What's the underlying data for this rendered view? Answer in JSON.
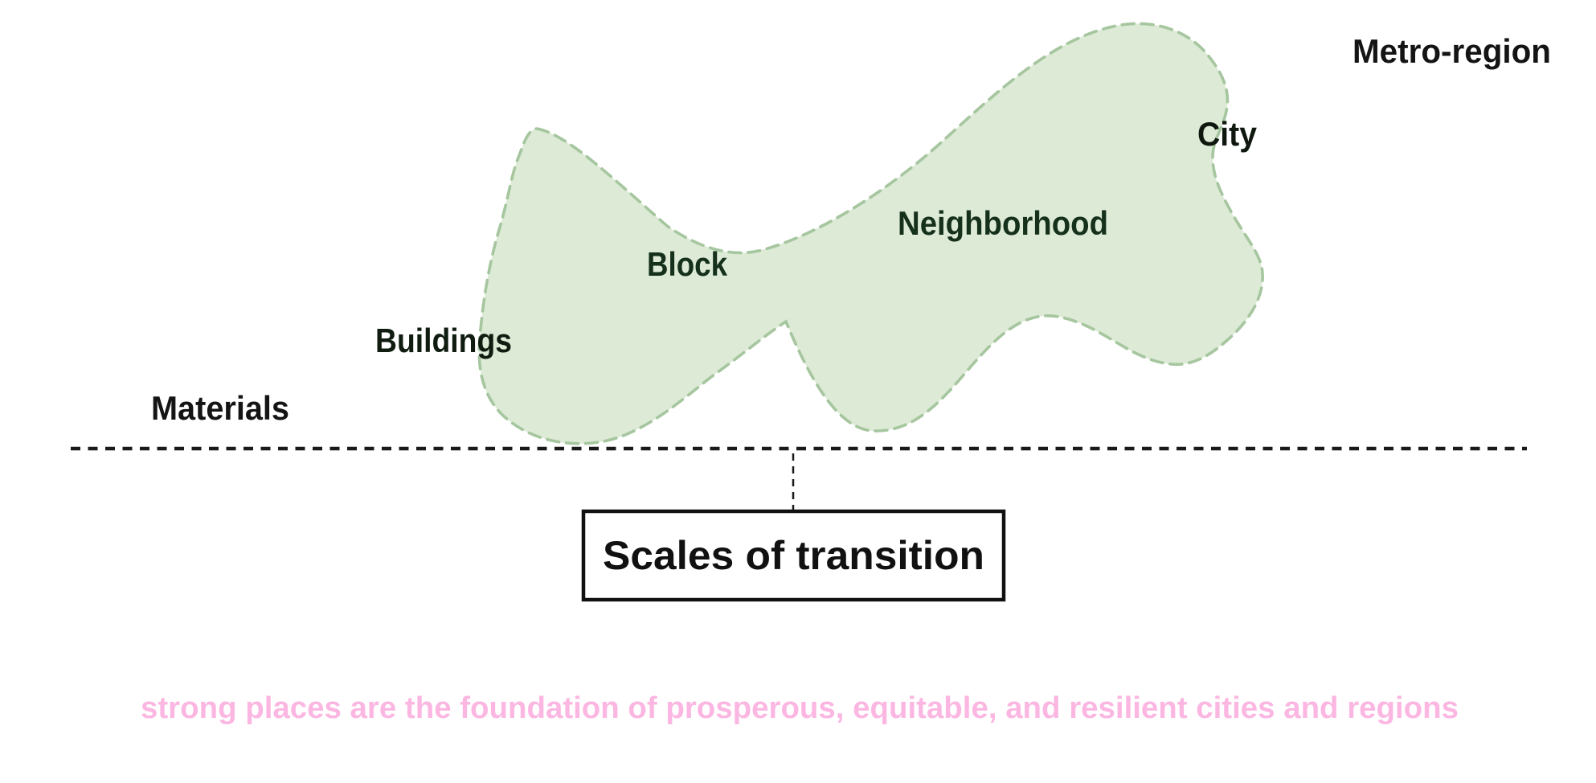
{
  "diagram": {
    "title": "Scales of transition"
  },
  "scales": [
    {
      "label": "Materials",
      "color": "#141414",
      "inside_blob": false
    },
    {
      "label": "Buildings",
      "color": "#101c10",
      "inside_blob": false
    },
    {
      "label": "Block",
      "color": "#15301b",
      "inside_blob": true
    },
    {
      "label": "Neighborhood",
      "color": "#15301b",
      "inside_blob": true
    },
    {
      "label": "City",
      "color": "#0f170f",
      "inside_blob": true
    },
    {
      "label": "Metro-region",
      "color": "#141414",
      "inside_blob": false
    }
  ],
  "caption_box": {
    "label": "Scales of transition",
    "border_color": "#111111",
    "text_color": "#111111",
    "fill": "#ffffff"
  },
  "tagline": {
    "text": "strong places are the foundation of prosperous, equitable, and resilient cities and regions",
    "color": "#fbb7e2"
  },
  "blob": {
    "fill": "#dcead6",
    "stroke": "#a6c69f"
  },
  "axis": {
    "dotted_line_color": "#1a1a1a",
    "connector_color": "#1a1a1a"
  }
}
